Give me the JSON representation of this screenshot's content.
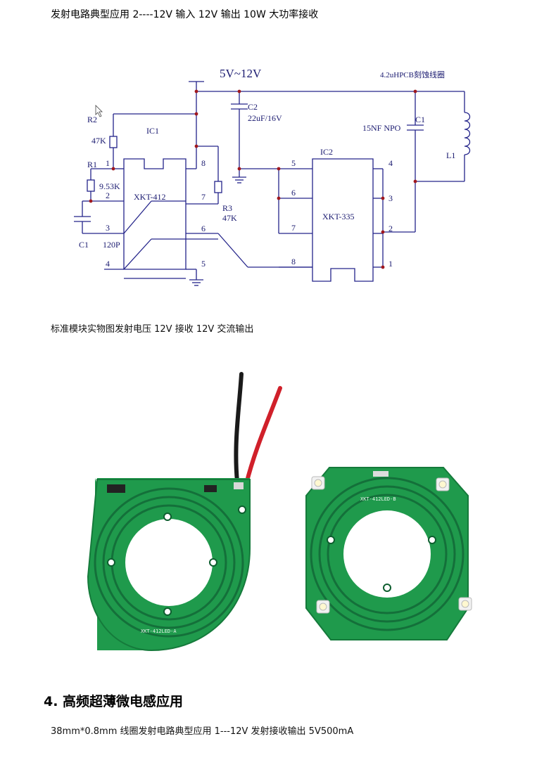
{
  "doc": {
    "top_caption": "发射电路典型应用 2----12V 输入 12V 输出   10W 大功率接收",
    "mid_caption": "标准模块实物图发射电压 12V 接收 12V 交流输出",
    "section_heading": "4. 高频超薄微电感应用",
    "bottom_caption": "38mm*0.8mm 线圈发射电路典型应用 1---12V 发射接收输出 5V500mA"
  },
  "schematic": {
    "supply": "5V~12V",
    "coil_note": "4.2uHPCB刻蚀线圈",
    "ic1": {
      "name": "IC1",
      "part": "XKT-412",
      "pins_left": [
        "1",
        "2",
        "3",
        "4"
      ],
      "pins_right": [
        "8",
        "7",
        "6",
        "5"
      ]
    },
    "ic2": {
      "name": "IC2",
      "part": "XKT-335",
      "pins_left": [
        "5",
        "6",
        "7",
        "8"
      ],
      "pins_right": [
        "4",
        "3",
        "2",
        "1"
      ]
    },
    "r1": {
      "name": "R1",
      "value": "9.53K"
    },
    "r2": {
      "name": "R2",
      "value": "47K"
    },
    "r3": {
      "name": "R3",
      "value": "47K"
    },
    "c1_left": {
      "name": "C1",
      "value": "120P"
    },
    "c2": {
      "name": "C2",
      "value": "22uF/16V"
    },
    "c1_right": {
      "name": "C1",
      "value": "15NF NPO"
    },
    "l1": {
      "name": "L1"
    }
  },
  "photo": {
    "board_a_label": "XKT-412LED-A",
    "board_b_label": "XKT-412LED-B",
    "colors": {
      "pcb": "#1f9a4c",
      "trace": "#14703a",
      "wire_red": "#d0202a",
      "wire_black": "#1a1a1a"
    }
  }
}
